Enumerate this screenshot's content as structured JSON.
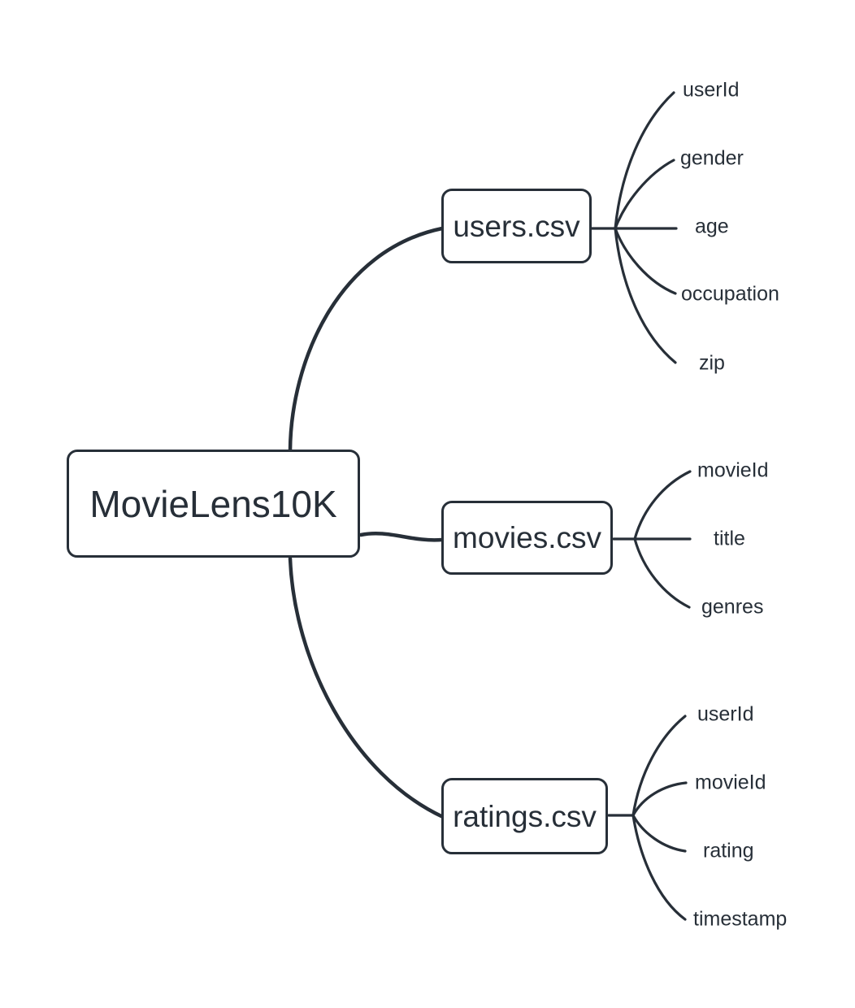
{
  "colors": {
    "ink": "#272f38",
    "background": "#ffffff"
  },
  "root": {
    "label": "MovieLens10K"
  },
  "branches": [
    {
      "label": "users.csv",
      "leaves": [
        "userId",
        "gender",
        "age",
        "occupation",
        "zip"
      ]
    },
    {
      "label": "movies.csv",
      "leaves": [
        "movieId",
        "title",
        "genres"
      ]
    },
    {
      "label": "ratings.csv",
      "leaves": [
        "userId",
        "movieId",
        "rating",
        "timestamp"
      ]
    }
  ]
}
